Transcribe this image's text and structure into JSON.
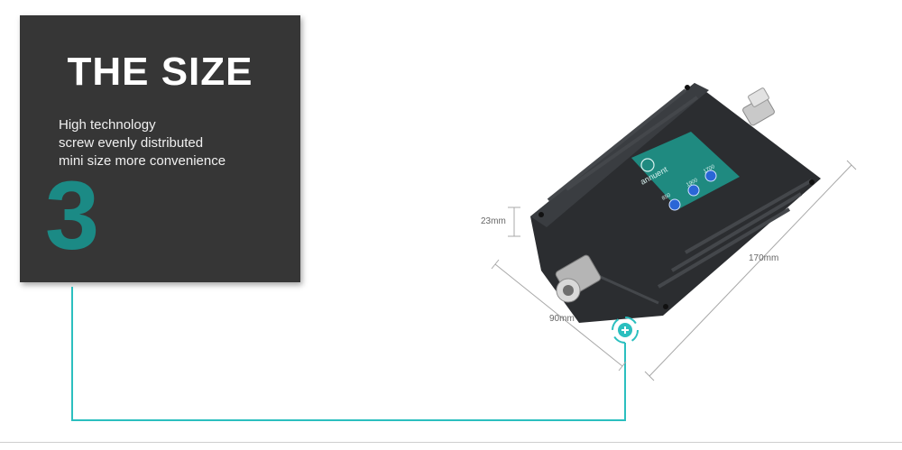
{
  "panel": {
    "title": "THE SIZE",
    "description": [
      "High technology",
      "screw evenly distributed",
      "mini size more convenience"
    ],
    "number": "3"
  },
  "product": {
    "brand": "annuent",
    "bands": [
      "850",
      "1900",
      "1700"
    ]
  },
  "dimensions": {
    "height": "23mm",
    "width": "90mm",
    "length": "170mm"
  },
  "colors": {
    "panel_bg": "#363636",
    "accent": "#1b8a85",
    "connector_line": "#2bbfbf",
    "device_body": "#2b2d30",
    "label_panel": "#1f8a80"
  },
  "icons": {
    "hotspot": "plus-circle-icon"
  }
}
